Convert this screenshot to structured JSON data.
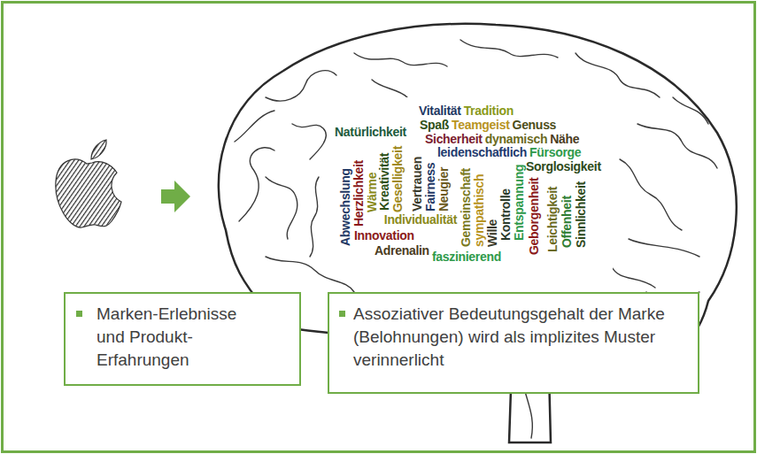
{
  "diagram": {
    "nodes": [
      {
        "text": [
          "Marken-Erlebnisse und Produkt-Erfahrungen"
        ]
      },
      {
        "text": [
          "Assoziativer Bedeutungsgehalt der Marke (Belohnungen) wird als implizites Muster verinnerlicht"
        ]
      }
    ],
    "labels": [
      "Vitalität",
      "Tradition",
      "Spaß",
      "Teamgeist",
      "Genuss",
      "Natürlichkeit",
      "Sicherheit",
      "dynamisch",
      "Nähe",
      "leidenschaftlich",
      "Fürsorge",
      "Sorglosigkeit",
      "Abwechslung",
      "Herzlichkeit",
      "Wärme",
      "Kreativität",
      "Geselligkeit",
      "Vertrauen",
      "Fairness",
      "Neugier",
      "Gemeinschaft",
      "sympathisch",
      "Wille",
      "Kontrolle",
      "Entspannung",
      "Geborgenheit",
      "Leichtigkeit",
      "Offenheit",
      "Sinnlichkeit",
      "Individualität",
      "Innovation",
      "Adrenalin",
      "faszinierend"
    ]
  }
}
